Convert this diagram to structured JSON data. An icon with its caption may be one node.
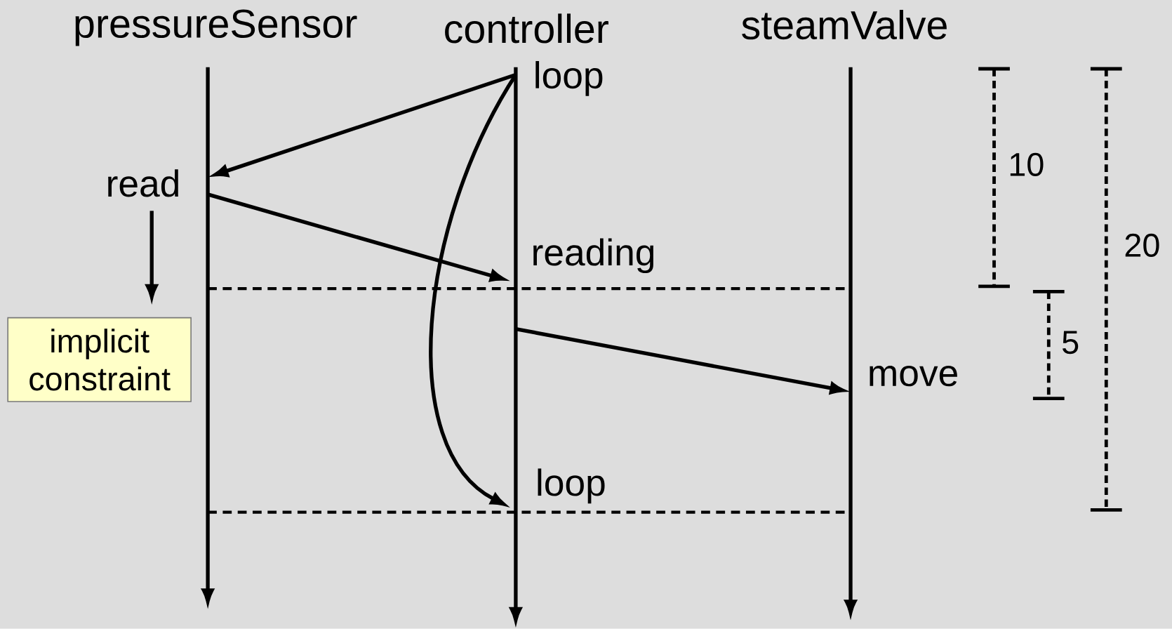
{
  "diagram": {
    "nodes": [
      {
        "text": [
          "pressureSensor"
        ]
      },
      {
        "text": [
          "controller"
        ]
      },
      {
        "text": [
          "steamValve"
        ]
      },
      {
        "text": [
          "loop"
        ]
      },
      {
        "text": [
          "read"
        ]
      },
      {
        "text": [
          "reading"
        ]
      },
      {
        "text": [
          "move"
        ]
      },
      {
        "text": [
          "loop"
        ]
      },
      {
        "text": [
          "implicit constraint"
        ]
      }
    ],
    "edges": [
      {
        "from": 0,
        "to": null,
        "arrow": "to"
      },
      {
        "from": 1,
        "to": null,
        "arrow": "to"
      },
      {
        "from": 2,
        "to": null,
        "arrow": "to"
      },
      {
        "from": 3,
        "to": 4,
        "arrow": "to"
      },
      {
        "from": 4,
        "to": 5,
        "arrow": "to"
      },
      {
        "from": 5,
        "to": 6,
        "arrow": "to"
      },
      {
        "from": 3,
        "to": 7,
        "arrow": "to"
      },
      {
        "from": 4,
        "to": 8,
        "arrow": "to"
      }
    ],
    "labels": [
      "10",
      "5",
      "20"
    ]
  }
}
